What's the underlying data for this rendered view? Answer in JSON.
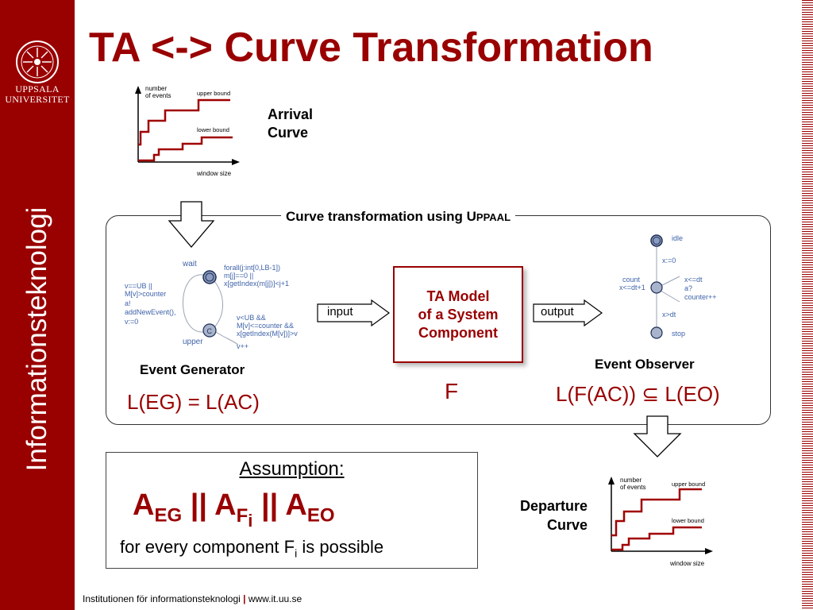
{
  "slide": {
    "title": "TA <-> Curve Transformation",
    "university_line1": "UPPSALA",
    "university_line2": "UNIVERSITET",
    "vertical_label": "Informationsteknologi"
  },
  "arrival_curve": {
    "y_axis_label_1": "number",
    "y_axis_label_2": "of events",
    "upper_bound_label": "upper bound",
    "lower_bound_label": "lower bound",
    "x_axis_label": "window size",
    "caption_line1": "Arrival",
    "caption_line2": "Curve"
  },
  "transformation_box": {
    "title_prefix": "Curve transformation using U",
    "title_smallcaps": "PPAAL",
    "input_label": "input",
    "output_label": "output",
    "model_line1": "TA Model",
    "model_line2": "of a System",
    "model_line3": "Component",
    "model_symbol": "F"
  },
  "event_generator": {
    "location_top": "wait",
    "location_bottom": "upper",
    "committed_mark": "C",
    "left_guard_1": "v==UB ||",
    "left_guard_2": "M[v]>counter",
    "left_guard_3": "a!",
    "left_guard_4": "addNewEvent(),",
    "left_guard_5": "v:=0",
    "top_label_1": "forall(j:int[0,LB-1])",
    "top_label_2": "m[j]==0 ||",
    "top_label_3": "x[getIndex(m[j])]<j+1",
    "bottom_label_1": "v<UB &&",
    "bottom_label_2": "M[v]<=counter &&",
    "bottom_label_3": "x[getIndex(M[v])]>v",
    "bottom_label_4": "v++",
    "name": "Event Generator",
    "formula": "L(EG) = L(AC)"
  },
  "event_observer": {
    "state_idle": "idle",
    "state_stop": "stop",
    "reset_label": "x:=0",
    "count_label_1": "count",
    "count_label_2": "x<=dt+1",
    "loop_label_1": "x<=dt",
    "loop_label_2": "a?",
    "loop_label_3": "counter++",
    "exit_label": "x>dt",
    "name": "Event Observer",
    "formula_left": "L(F(AC))",
    "formula_symbol": "⊆",
    "formula_right": "L(EO)"
  },
  "assumption": {
    "heading": "Assumption:",
    "a1": "A",
    "a1_sub": "EG",
    "par1": "||",
    "a2": "A",
    "a2_sub": "F",
    "a2_subsub": "i",
    "par2": "||",
    "a3": "A",
    "a3_sub": "EO",
    "footnote_pre": "for every component F",
    "footnote_sub": "i",
    "footnote_post": " is possible"
  },
  "departure_curve": {
    "y_axis_label_1": "number",
    "y_axis_label_2": "of events",
    "upper_bound_label": "upper bound",
    "lower_bound_label": "lower bound",
    "x_axis_label": "window size",
    "caption_line1": "Departure",
    "caption_line2": "Curve"
  },
  "footer": {
    "institution": "Institutionen för informationsteknologi",
    "separator": "|",
    "url": "www.it.uu.se"
  },
  "colors": {
    "brand_red": "#990000",
    "curve_red": "#a00000",
    "diagram_blue": "#3f63a8"
  }
}
